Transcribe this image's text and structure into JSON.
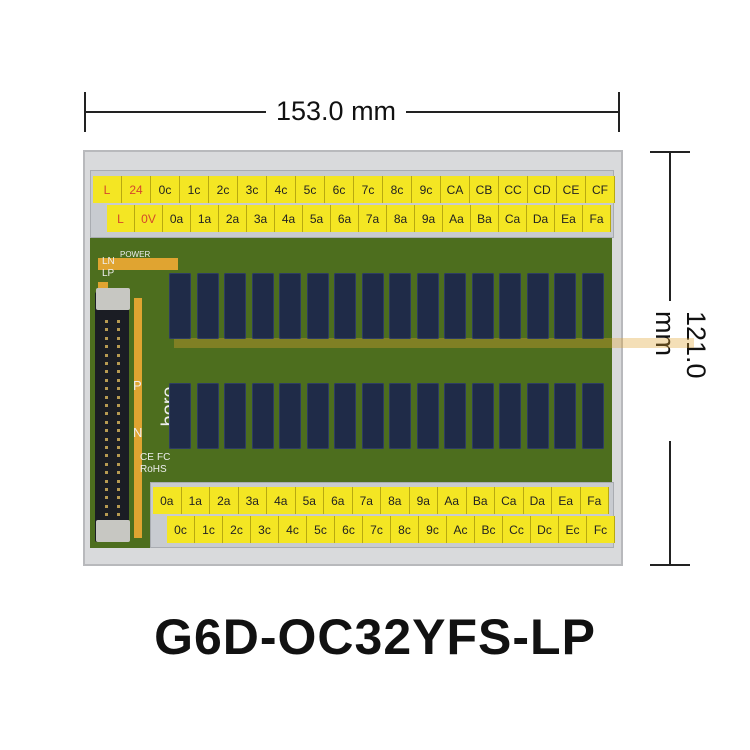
{
  "dimensions": {
    "width": "153.0 mm",
    "height": "121.0 mm"
  },
  "model": "G6D-OC32YFS-LP",
  "top_terminal": {
    "row1": [
      "L",
      "24",
      "0c",
      "1c",
      "2c",
      "3c",
      "4c",
      "5c",
      "6c",
      "7c",
      "8c",
      "9c",
      "CA",
      "CB",
      "CC",
      "CD",
      "CE",
      "CF"
    ],
    "row2": [
      "L",
      "0V",
      "0a",
      "1a",
      "2a",
      "3a",
      "4a",
      "5a",
      "6a",
      "7a",
      "8a",
      "9a",
      "Aa",
      "Ba",
      "Ca",
      "Da",
      "Ea",
      "Fa"
    ]
  },
  "bottom_terminal": {
    "row1": [
      "0a",
      "1a",
      "2a",
      "3a",
      "4a",
      "5a",
      "6a",
      "7a",
      "8a",
      "9a",
      "Aa",
      "Ba",
      "Ca",
      "Da",
      "Ea",
      "Fa"
    ],
    "row2": [
      "0c",
      "1c",
      "2c",
      "3c",
      "4c",
      "5c",
      "6c",
      "7c",
      "8c",
      "9c",
      "Ac",
      "Bc",
      "Cc",
      "Dc",
      "Ec",
      "Fc"
    ]
  },
  "pcb_labels": {
    "power": "POWER",
    "ln": "LN",
    "lp": "LP",
    "p": "P",
    "n": "N",
    "brand": "bore",
    "ce": "CE",
    "fc": "FC",
    "rohs": "RoHS"
  },
  "colors": {
    "terminal": "#f4e623",
    "pcb": "#4d6e1e",
    "relay": "#1f2b48"
  }
}
